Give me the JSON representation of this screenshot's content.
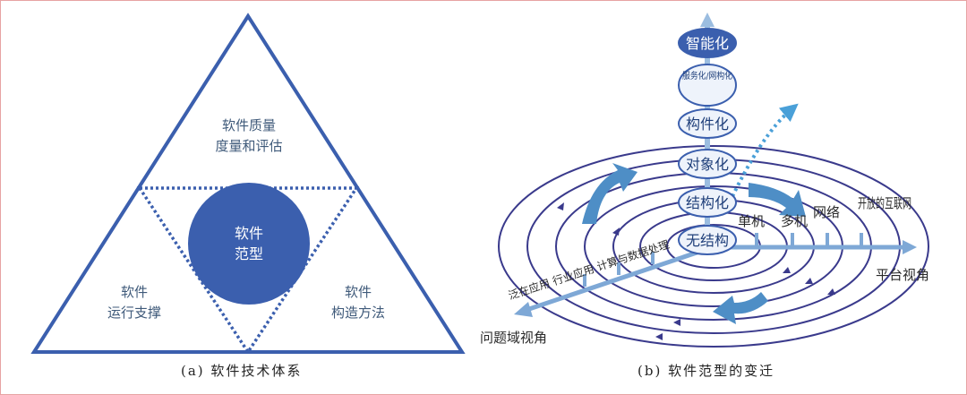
{
  "left": {
    "top_section": [
      "软件质量",
      "度量和评估"
    ],
    "center_circle": [
      "软件",
      "范型"
    ],
    "bottom_left": [
      "软件",
      "运行支撑"
    ],
    "bottom_right": [
      "软件",
      "构造方法"
    ],
    "caption": "(a) 软件技术体系"
  },
  "right": {
    "stack": [
      "智能化",
      "服务化/网构化",
      "构件化",
      "对象化",
      "结构化",
      "无结构"
    ],
    "platform_axis": {
      "title": "平台视角",
      "labels": [
        "单机",
        "多机",
        "网络",
        "开放的互联网"
      ]
    },
    "domain_axis": {
      "title": "问题域视角",
      "labels": [
        "泛在应用",
        "行业应用",
        "计算与数据处理"
      ]
    },
    "caption": "(b) 软件范型的变迁"
  },
  "colors": {
    "dark_blue": "#3b5fae",
    "navy": "#3a3a8c",
    "light_blue": "#4e8ec6",
    "stack_fill": "#eef3fb"
  }
}
